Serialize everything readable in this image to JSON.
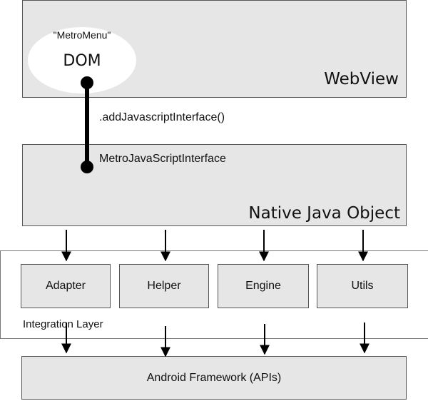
{
  "webview": {
    "title": "WebView",
    "dom_caption": "\"MetroMenu\"",
    "dom_label": "DOM"
  },
  "bridge": {
    "method_label": ".addJavascriptInterface()",
    "interface_label": "MetroJavaScriptInterface"
  },
  "native_object": {
    "title": "Native Java Object"
  },
  "integration_layer": {
    "label": "Integration Layer",
    "modules": [
      {
        "label": "Adapter"
      },
      {
        "label": "Helper"
      },
      {
        "label": "Engine"
      },
      {
        "label": "Utils"
      }
    ]
  },
  "framework": {
    "label": "Android Framework (APIs)"
  },
  "colors": {
    "box_fill": "#e6e6e6",
    "box_border": "#555555",
    "connector": "#000000"
  }
}
